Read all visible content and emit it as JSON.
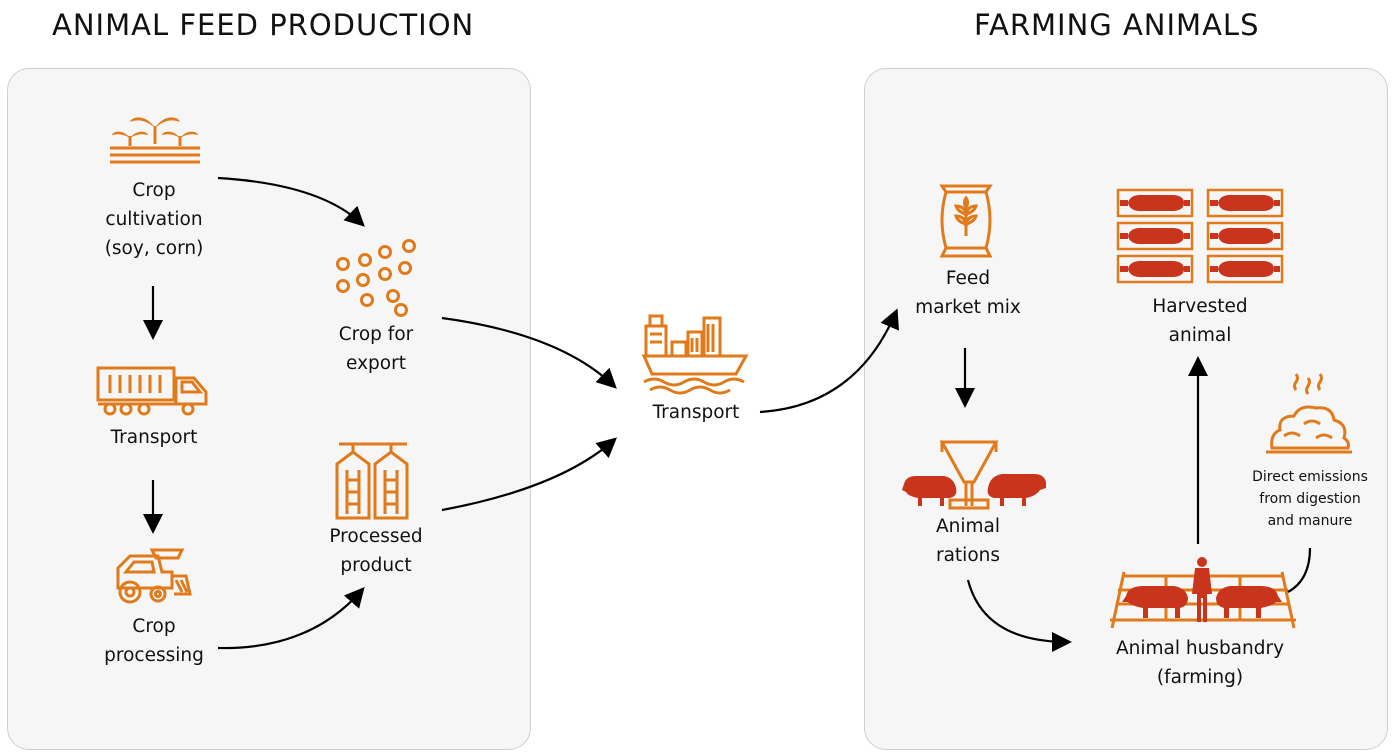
{
  "sections": {
    "left_title": "ANIMAL FEED PRODUCTION",
    "right_title": "FARMING ANIMALS"
  },
  "nodes": {
    "crop_cultivation": [
      "Crop",
      "cultivation",
      "(soy, corn)"
    ],
    "transport_truck": [
      "Transport"
    ],
    "crop_processing": [
      "Crop",
      "processing"
    ],
    "crop_for_export": [
      "Crop for",
      "export"
    ],
    "processed_product": [
      "Processed",
      "product"
    ],
    "transport_ship": [
      "Transport"
    ],
    "feed_market_mix": [
      "Feed",
      "market mix"
    ],
    "animal_rations": [
      "Animal",
      "rations"
    ],
    "harvested_animal": [
      "Harvested",
      "animal"
    ],
    "direct_emissions": [
      "Direct emissions",
      "from digestion",
      "and manure"
    ],
    "animal_husbandry": [
      "Animal husbandry",
      "(farming)"
    ]
  },
  "icons": {
    "crop_cultivation": "sprouting-field-icon",
    "transport_truck": "container-truck-icon",
    "crop_processing": "combine-harvester-icon",
    "crop_for_export": "grain-pellets-icon",
    "processed_product": "grain-silo-icon",
    "transport_ship": "cargo-ship-icon",
    "feed_market_mix": "feed-sack-icon",
    "animal_rations": "pig-feeder-icon",
    "harvested_animal": "packed-meat-icon",
    "direct_emissions": "manure-emission-icon",
    "animal_husbandry": "pig-pen-farmer-icon"
  },
  "colors": {
    "icon_orange": "#e07a1a",
    "animal_red": "#c8351c",
    "panel_bg": "#f6f6f6",
    "panel_border": "#cfcfcf",
    "arrow": "#000000"
  }
}
